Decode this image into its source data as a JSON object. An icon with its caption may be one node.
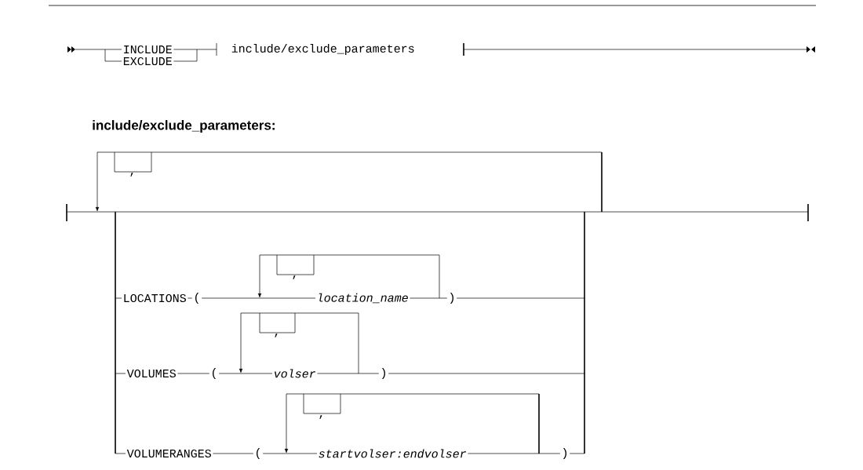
{
  "diagram": {
    "title": "include/exclude_parameters:",
    "labels": [
      "INCLUDE",
      "EXCLUDE",
      "include/exclude_parameters",
      ",",
      "LOCATIONS",
      "(",
      ",",
      "location_name",
      ")",
      "VOLUMES",
      "(",
      ",",
      "volser",
      ")",
      "VOLUMERANGES",
      "(",
      ",",
      "startvolser:endvolser",
      ")"
    ]
  }
}
